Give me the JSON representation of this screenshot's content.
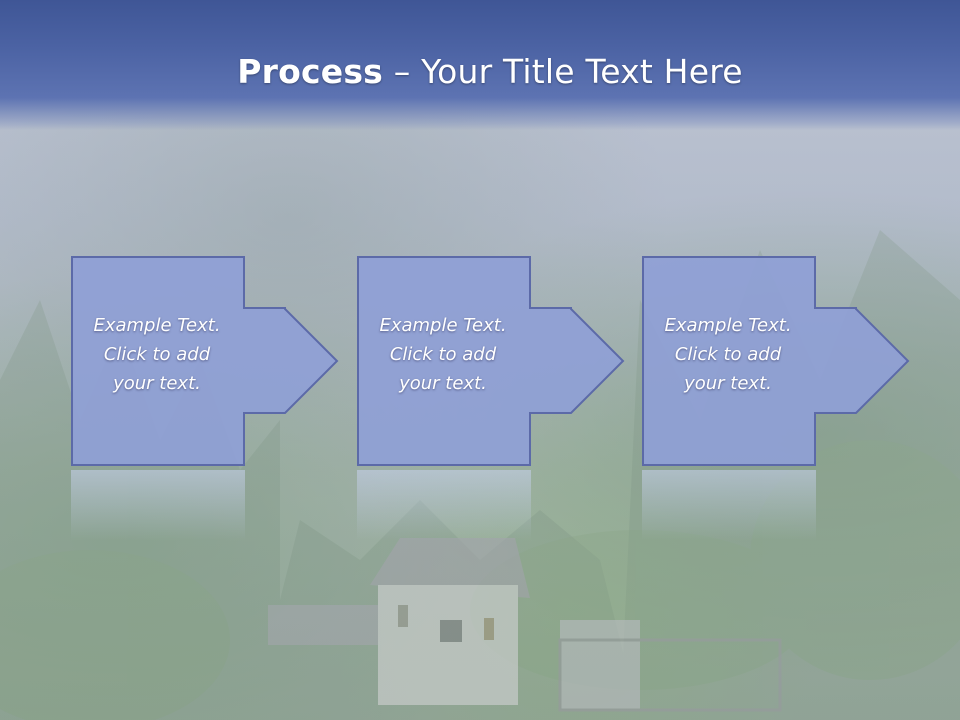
{
  "slide": {
    "title_bold": "Process",
    "title_rest": " – Your Title Text Here"
  },
  "steps": [
    {
      "line1": "Example Text.",
      "line2": "Click  to add",
      "line3": "your text."
    },
    {
      "line1": "Example Text.",
      "line2": "Click  to add",
      "line3": "your text."
    },
    {
      "line1": "Example Text.",
      "line2": "Click  to add",
      "line3": "your text."
    }
  ],
  "colors": {
    "title_band": "#4b62a3",
    "box_fill": "#8f9fd6",
    "box_stroke": "#5c6aa8"
  }
}
